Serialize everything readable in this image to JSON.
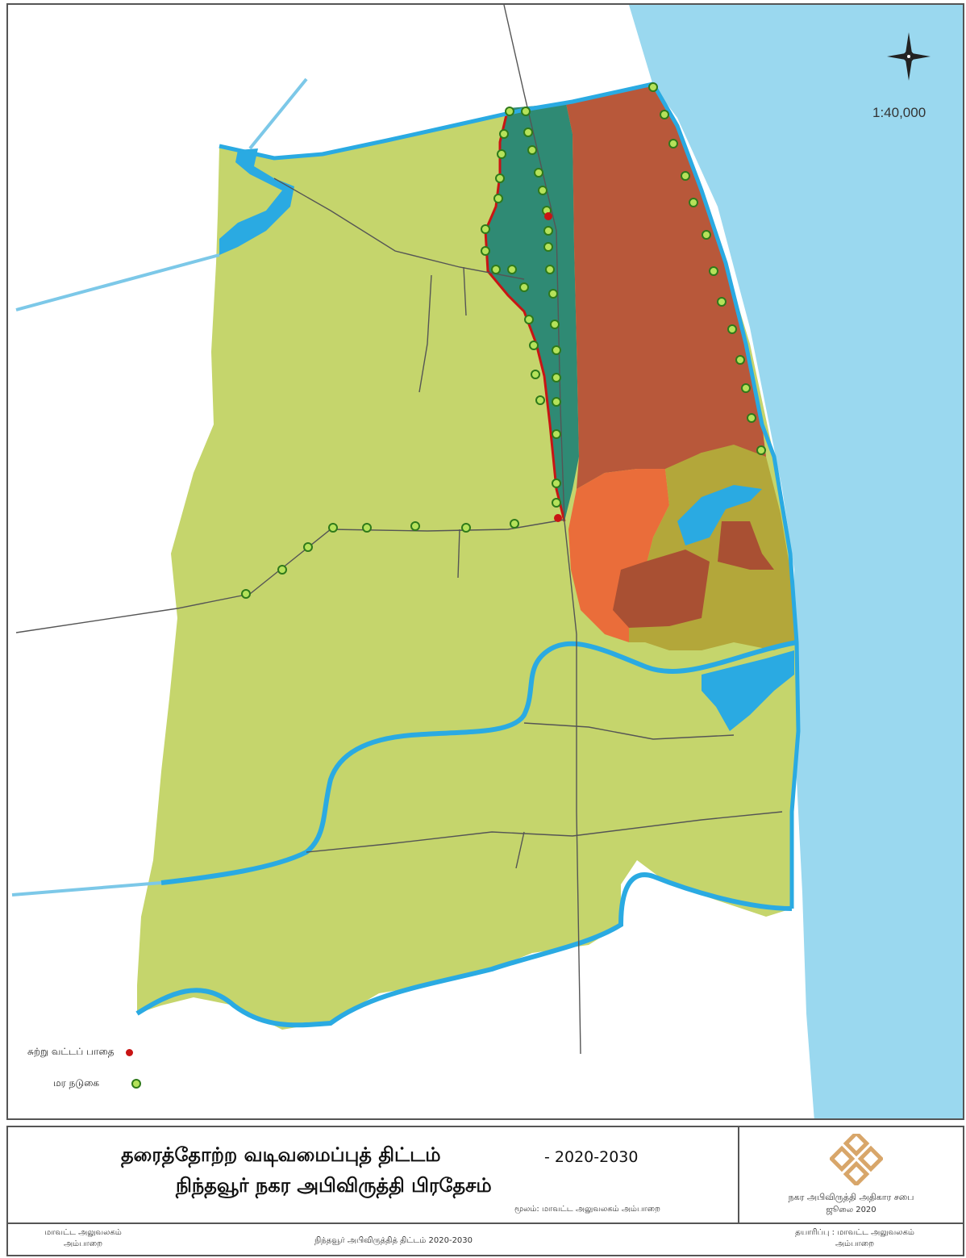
{
  "map": {
    "scale": "1:40,000",
    "legend": [
      {
        "label": "சுற்று வட்டப் பாதை",
        "color": "#c81414"
      },
      {
        "label": "மர நடுகை",
        "color": "#7cbf2a"
      }
    ],
    "colors": {
      "sea": "#9ad8ef",
      "land": "#c5d56c",
      "water": "#2aaae2",
      "dark_teal": "#2f8a74",
      "brown": "#b8583a",
      "orange": "#ea6d3a",
      "olive": "#b3a73a",
      "dark_brown": "#a95033",
      "road": "#555555"
    }
  },
  "title_block": {
    "title_line1": "தரைத்தோற்ற வடிவமைப்புத் திட்டம்",
    "title_year": "- 2020-2030",
    "title_line2": "நிந்தவூர் நகர அபிவிருத்தி பிரதேசம்",
    "source": "மூலம்: மாவட்ட அலுவலகம் அம்பாறை",
    "org_name": "நகர அபிவிருத்தி அதிகார சபை",
    "org_date": "ஜூலை 2020"
  },
  "footer": {
    "left_line1": "மாவட்ட அலுவலகம்",
    "left_line2": "அம்பாறை",
    "center": "நிந்தவூர் அபிவிருத்தித் திட்டம் 2020-2030",
    "right_line1": "தயாரிப்பு : மாவட்ட அலுவலகம்",
    "right_line2": "அம்பாறை"
  }
}
